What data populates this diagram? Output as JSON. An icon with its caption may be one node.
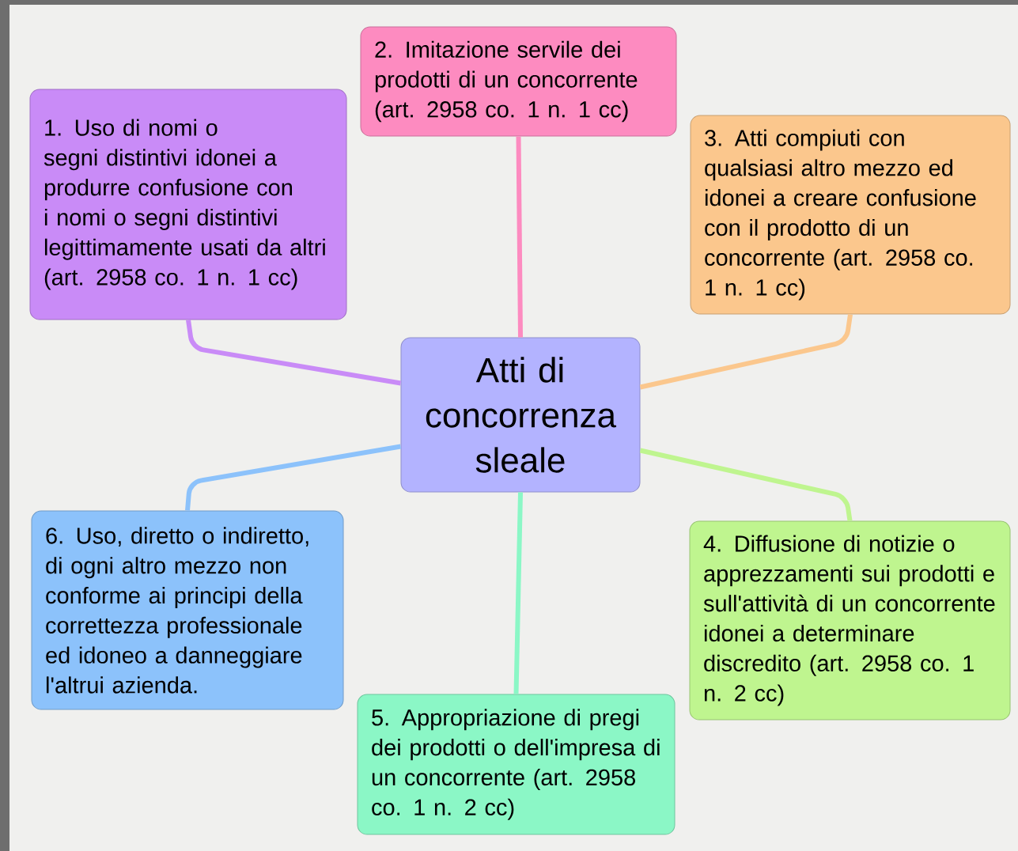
{
  "diagram": {
    "nodes": [
      {
        "text": [
          "Atti di concorrenza sleale"
        ]
      },
      {
        "text": [
          "1. Uso di nomi o segni distintivi idonei a produrre confusione con i nomi o segni distintivi legittimamente usati da altri (art. 2958 co. 1 n. 1 cc)"
        ]
      },
      {
        "text": [
          "2. Imitazione servile dei prodotti di un concorrente (art. 2958 co. 1 n. 1 cc)"
        ]
      },
      {
        "text": [
          "3. Atti compiuti con qualsiasi altro mezzo ed idonei a creare confusione con il prodotto di un concorrente (art. 2958 co. 1 n. 1 cc)"
        ]
      },
      {
        "text": [
          "4. Diffusione di notizie o apprezzamenti sui prodotti e sull'attività di un concorrente idonei a determinare discredito (art. 2958 co. 1 n. 2 cc)"
        ]
      },
      {
        "text": [
          "5. Appropriazione di pregi dei prodotti o dell'impresa di un concorrente (art. 2958 co. 1 n. 2 cc)"
        ]
      },
      {
        "text": [
          "6. Uso, diretto o indiretto, di ogni altro mezzo non conforme ai principi della correttezza professionale ed idoneo a danneggiare l'altrui azienda."
        ]
      }
    ],
    "edges": [
      {
        "from": 0,
        "to": 1,
        "arrow": "none",
        "color": "#c98bf7"
      },
      {
        "from": 0,
        "to": 2,
        "arrow": "none",
        "color": "#fd8bc0"
      },
      {
        "from": 0,
        "to": 3,
        "arrow": "none",
        "color": "#fbc78d"
      },
      {
        "from": 0,
        "to": 4,
        "arrow": "none",
        "color": "#bff58f"
      },
      {
        "from": 0,
        "to": 5,
        "arrow": "none",
        "color": "#8bf7c6"
      },
      {
        "from": 0,
        "to": 6,
        "arrow": "none",
        "color": "#8cc2fb"
      }
    ]
  }
}
